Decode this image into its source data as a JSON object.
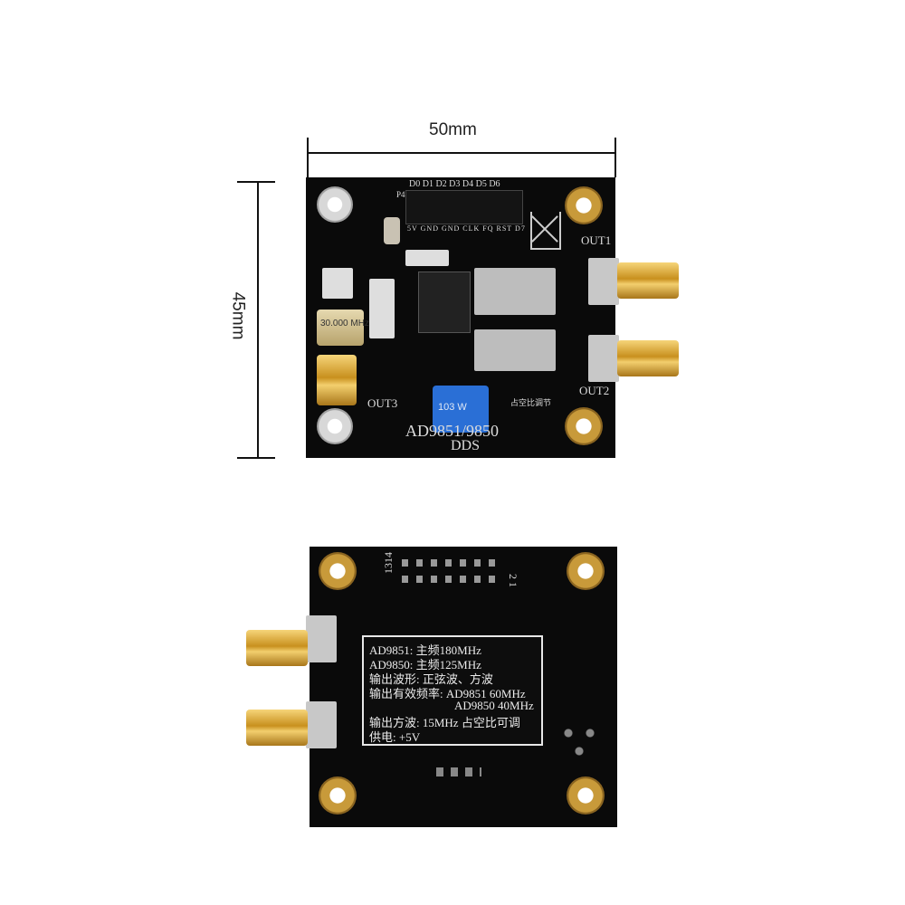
{
  "dimensions": {
    "width_label": "50mm",
    "height_label": "45mm"
  },
  "front_board": {
    "header_top_labels": "D0 D1 D2 D3 D4 D5 D6",
    "header_bottom_labels": "5V GND GND CLK FQ RST D7",
    "header_ref": "P4",
    "out1": "OUT1",
    "out2": "OUT2",
    "out3": "OUT3",
    "crystal": "30.000 MHz",
    "title": "AD9851/9850",
    "subtitle": "DDS",
    "pot_note": "占空比调节",
    "pot_text": "103 W"
  },
  "back_board": {
    "pin_label_left": "1314",
    "pin_label_right": "2 1",
    "info_lines": [
      "AD9851: 主频180MHz",
      "AD9850: 主频125MHz",
      "输出波形: 正弦波、方波",
      "输出有效频率: AD9851 60MHz",
      "AD9850 40MHz",
      "输出方波: 15MHz 占空比可调",
      "供电: +5V"
    ]
  },
  "colors": {
    "board": "#0a0a0a",
    "gold": "#c8901e",
    "silkscreen": "#dcdcdc",
    "pot_blue": "#2a6fd6"
  }
}
